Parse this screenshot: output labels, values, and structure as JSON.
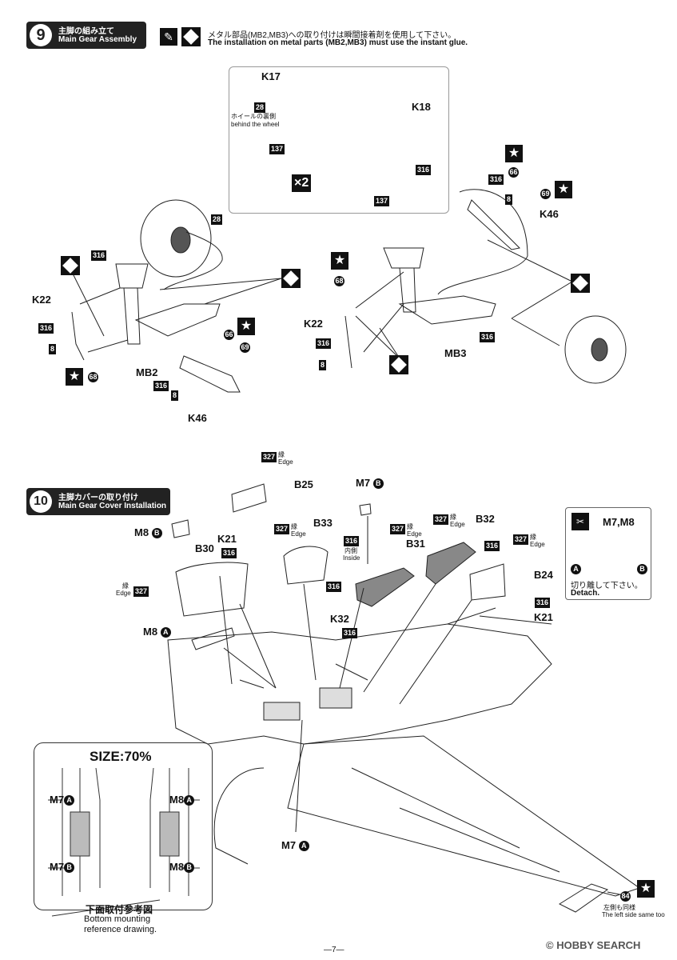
{
  "step9": {
    "number": "9",
    "title_jp": "主脚の組み立て",
    "title_en": "Main Gear Assembly",
    "note_jp": "メタル部品(MB2,MB3)への取り付けは瞬間接着剤を使用して下さい。",
    "note_en": "The installation on metal parts (MB2,MB3) must use the instant glue.",
    "wheel_box": {
      "k17": "K17",
      "k18": "K18",
      "c28": "28",
      "behind_jp": "ホイールの裏側",
      "behind_en": "behind the wheel",
      "c137a": "137",
      "c316": "316",
      "c137b": "137",
      "x2": "×2"
    },
    "left": {
      "c28": "28",
      "c316a": "316",
      "k22": "K22",
      "c316b": "316",
      "c8a": "8",
      "c68": "68",
      "mb2": "MB2",
      "c66": "66",
      "c69": "69",
      "c316c": "316",
      "c8b": "8",
      "k46": "K46"
    },
    "right": {
      "c316a": "316",
      "c66": "66",
      "c8a": "8",
      "c69": "69",
      "k46": "K46",
      "c68": "68",
      "k22": "K22",
      "c316b": "316",
      "c8b": "8",
      "mb3": "MB3",
      "c316c": "316"
    }
  },
  "step10": {
    "number": "10",
    "title_jp": "主脚カバーの取り付け",
    "title_en": "Main Gear Cover Installation",
    "labels": {
      "c327a": "327",
      "edge_jp_a": "縁",
      "edge_a": "Edge",
      "b25": "B25",
      "m7b_top": "M7",
      "m8b_top": "M8",
      "k21a": "K21",
      "c316a": "316",
      "b30": "B30",
      "c327b": "327",
      "edge_jp_b": "縁",
      "edge_b": "Edge",
      "c327c": "327",
      "edge_jp_c": "縁",
      "edge_c": "Edge",
      "b33": "B33",
      "c316b": "316",
      "inside_jp": "内側",
      "inside_en": "Inside",
      "c327d": "327",
      "edge_jp_d": "縁",
      "edge_d": "Edge",
      "b31": "B31",
      "c327e": "327",
      "edge_jp_e": "縁",
      "edge_e": "Edge",
      "b32": "B32",
      "c316c": "316",
      "c327f": "327",
      "edge_jp_f": "縁",
      "edge_f": "Edge",
      "b24": "B24",
      "c316d": "316",
      "k32": "K32",
      "c316e": "316",
      "k21b": "K21",
      "c316f": "316",
      "m8a": "M8",
      "m7a_bottom": "M7"
    },
    "detach_box": {
      "title": "M7,M8",
      "a": "A",
      "b": "B",
      "jp": "切り離して下さい。",
      "en": "Detach."
    },
    "inset": {
      "size": "SIZE:70%",
      "m7a": "M7",
      "m8a": "M8",
      "m7b": "M7",
      "m8b": "M8",
      "caption_jp": "下面取付参考図",
      "caption_en1": "Bottom mounting",
      "caption_en2": "reference drawing."
    },
    "wingtip": {
      "c84": "84",
      "jp": "左側も同様",
      "en": "The left side same too"
    }
  },
  "footer": {
    "page": "—7—",
    "watermark": "© HOBBY SEARCH"
  }
}
